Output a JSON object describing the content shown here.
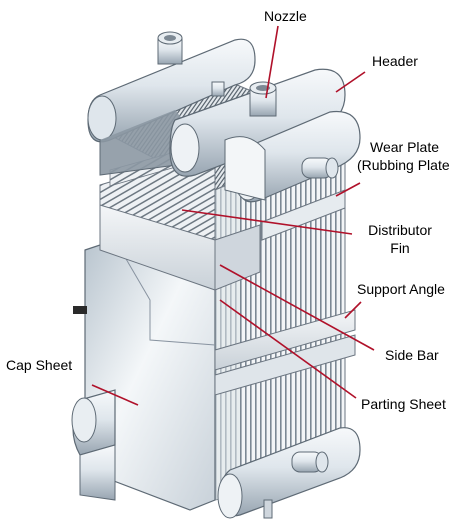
{
  "labels": {
    "nozzle": "Nozzle",
    "header": "Header",
    "wear_plate_1": "Wear Plate",
    "wear_plate_2": "(Rubbing Plate",
    "distributor_1": "Distributor",
    "distributor_2": "Fin",
    "support_angle": "Support Angle",
    "side_bar": "Side Bar",
    "cap_sheet": "Cap Sheet",
    "parting_sheet": "Parting Sheet"
  },
  "colors": {
    "leader_line": "#b0112a",
    "body_light": "#eef2f6",
    "body_shadow": "#b9c3cc",
    "fin_dark": "#1a1a1a"
  }
}
